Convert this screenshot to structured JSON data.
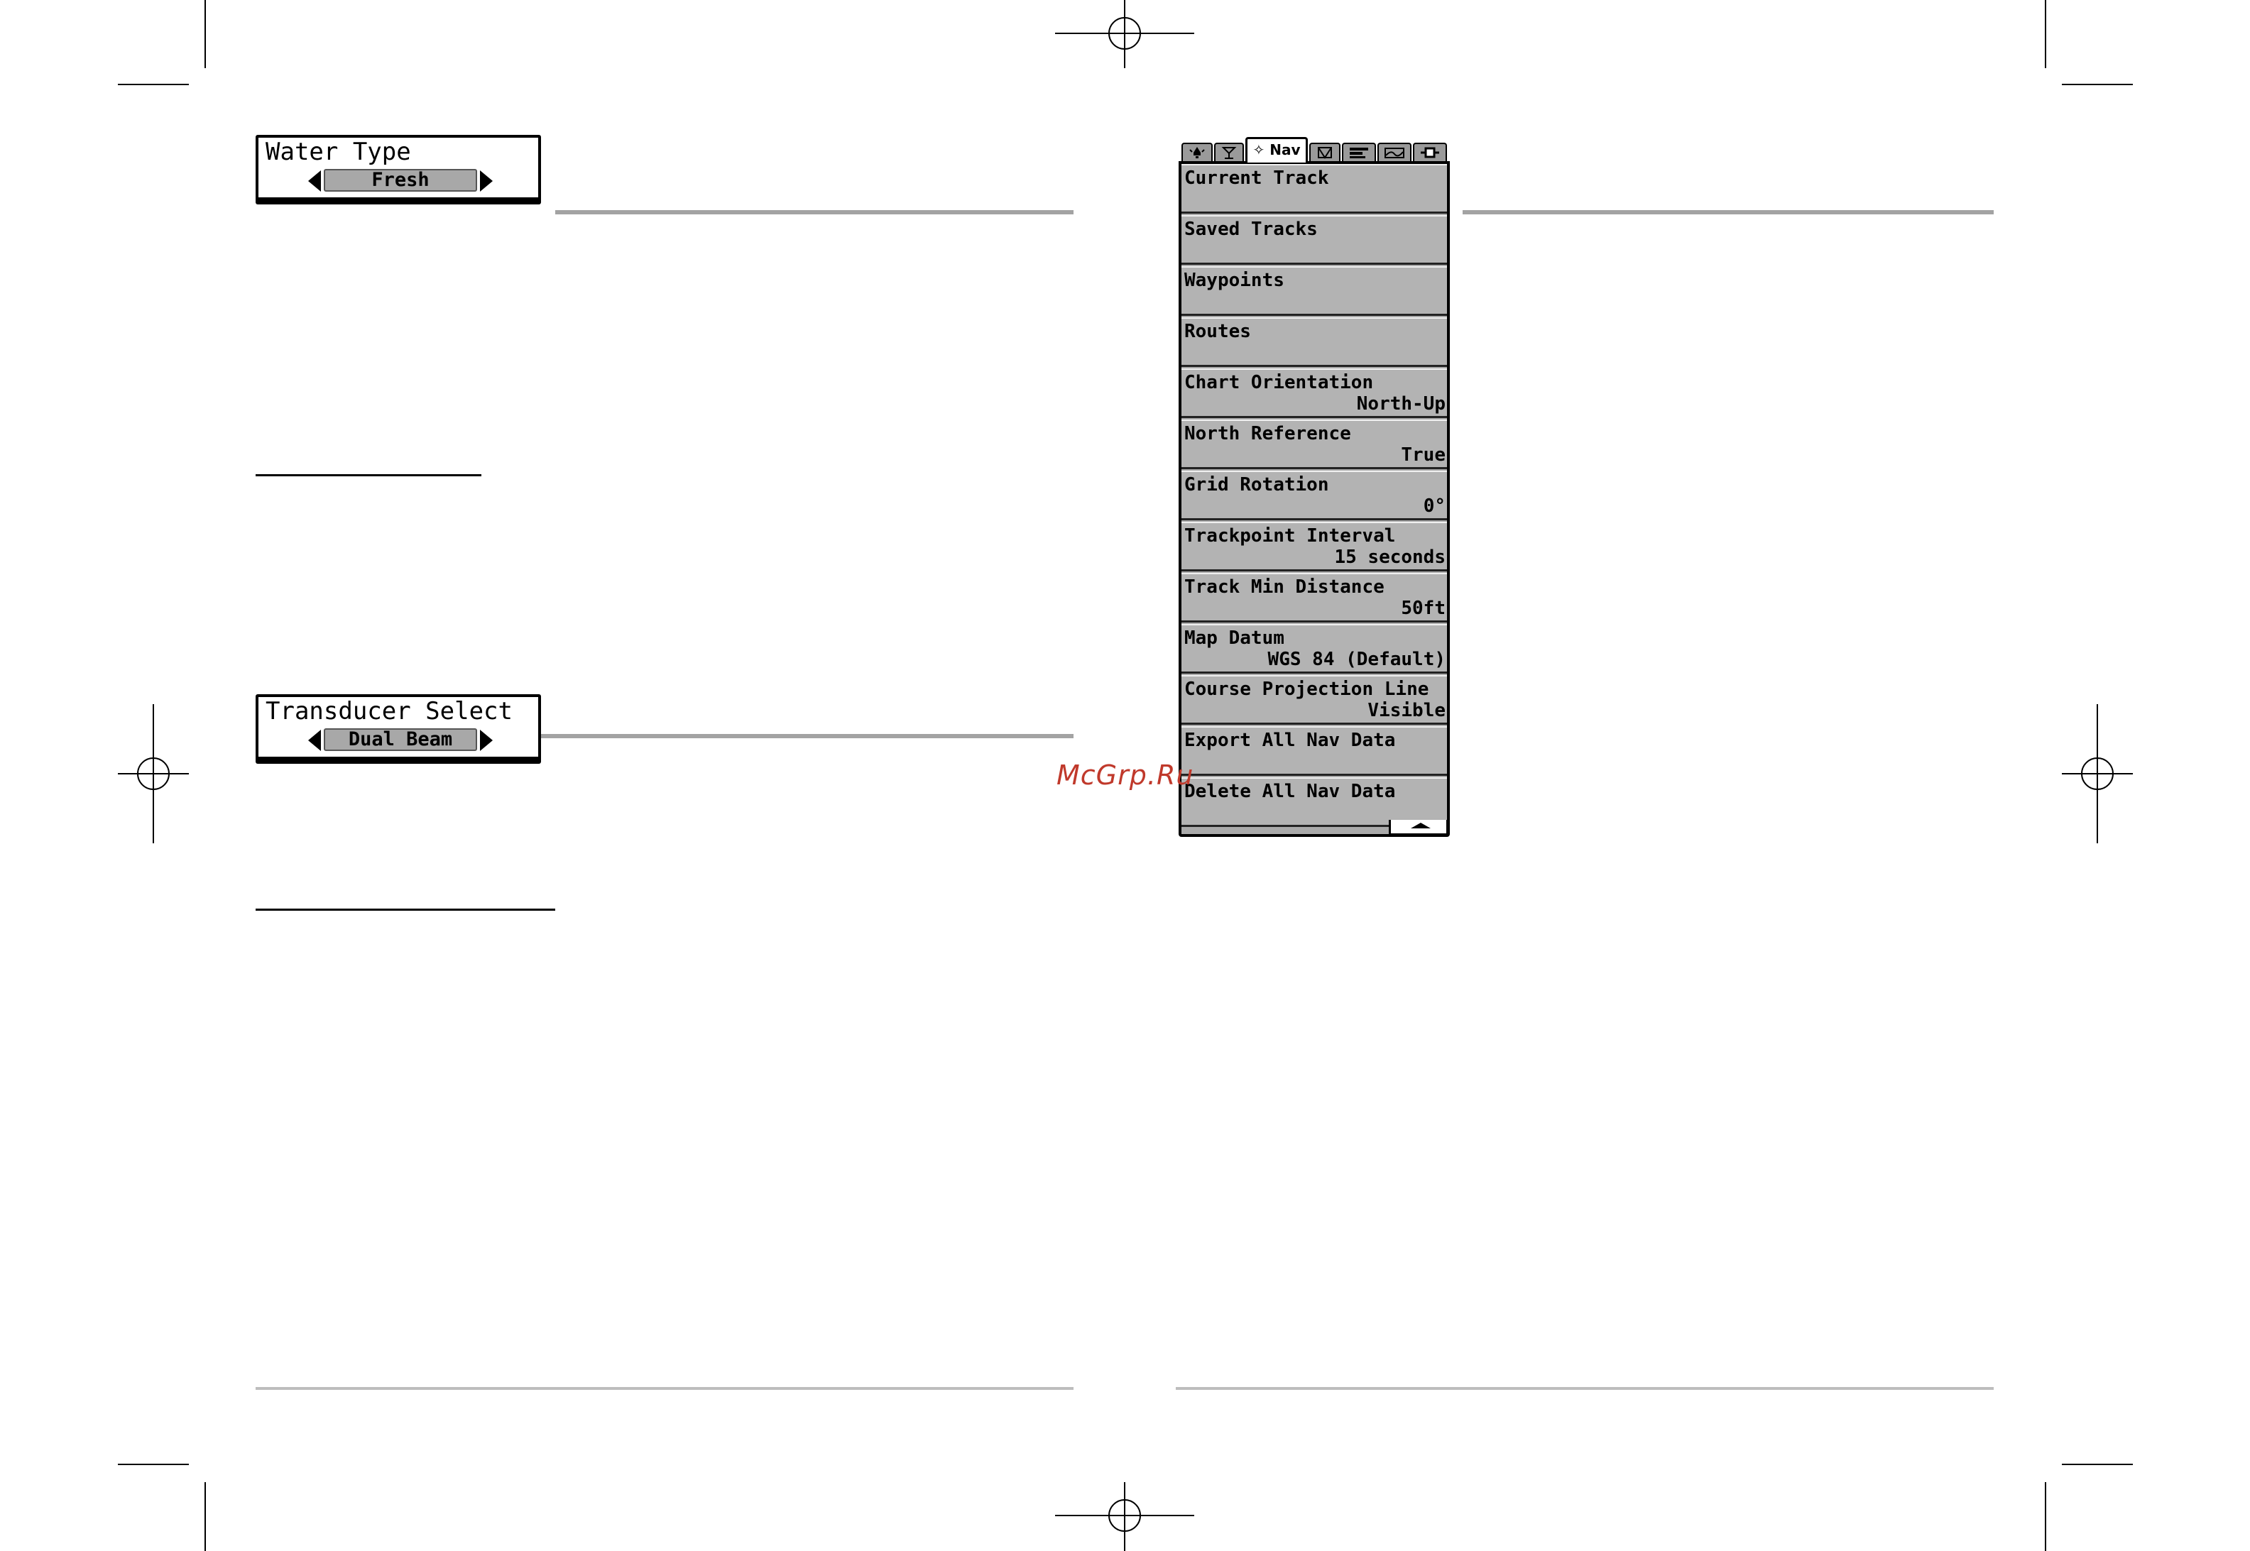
{
  "water_type": {
    "title": "Water Type",
    "value": "Fresh"
  },
  "transducer_select": {
    "title": "Transducer Select",
    "value": "Dual Beam"
  },
  "nav_menu": {
    "tabs": [
      {
        "label": "",
        "icon": "alarm-icon"
      },
      {
        "label": "",
        "icon": "sonar-icon"
      },
      {
        "label": "Nav",
        "icon": "nav-sun-icon",
        "active": true
      },
      {
        "label": "",
        "icon": "chart-icon"
      },
      {
        "label": "",
        "icon": "setup-icon"
      },
      {
        "label": "",
        "icon": "views-icon"
      },
      {
        "label": "",
        "icon": "accessories-icon"
      }
    ],
    "active_tab_label": "Nav",
    "items": [
      {
        "label": "Current Track",
        "value": ""
      },
      {
        "label": "Saved Tracks",
        "value": ""
      },
      {
        "label": "Waypoints",
        "value": ""
      },
      {
        "label": "Routes",
        "value": ""
      },
      {
        "label": "Chart Orientation",
        "value": "North-Up"
      },
      {
        "label": "North Reference",
        "value": "True"
      },
      {
        "label": "Grid Rotation",
        "value": "0°"
      },
      {
        "label": "Trackpoint Interval",
        "value": "15 seconds"
      },
      {
        "label": "Track Min Distance",
        "value": "50ft"
      },
      {
        "label": "Map Datum",
        "value": "WGS 84 (Default)"
      },
      {
        "label": "Course Projection Line",
        "value": "Visible"
      },
      {
        "label": "Export All Nav Data",
        "value": ""
      },
      {
        "label": "Delete All Nav Data",
        "value": ""
      }
    ]
  },
  "watermark": "McGrp.Ru",
  "colors": {
    "rule_grey": "#a3a3a3",
    "menu_grey": "#b3b3b3",
    "watermark_red": "#c0392b"
  }
}
